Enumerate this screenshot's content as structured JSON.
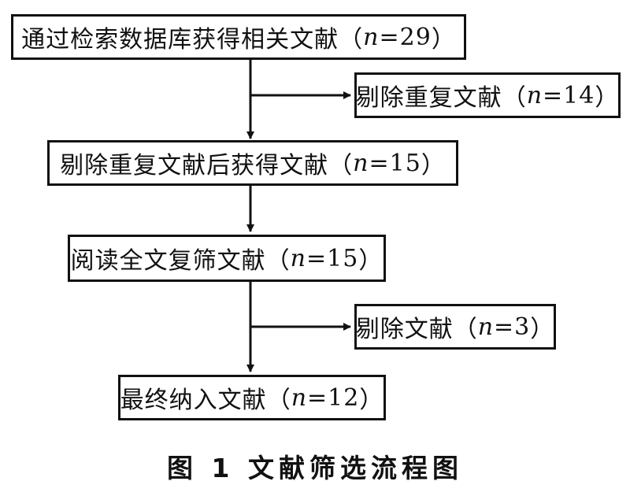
{
  "flowchart": {
    "steps": [
      {
        "text": "通过检索数据库获得相关文献",
        "n": "n",
        "eq": "=29"
      },
      {
        "text": "剔除重复文献后获得文献",
        "n": "n",
        "eq": "=15"
      },
      {
        "text": "阅读全文复筛文献",
        "n": "n",
        "eq": "=15"
      },
      {
        "text": "最终纳入文献",
        "n": "n",
        "eq": "=12"
      }
    ],
    "exclusions": [
      {
        "text": "剔除重复文献",
        "n": "n",
        "eq": "=14"
      },
      {
        "text": "剔除文献",
        "n": "n",
        "eq": "=3"
      }
    ]
  },
  "caption": "图 1   文献筛选流程图",
  "colors": {
    "line": "#111111",
    "background": "#ffffff"
  }
}
